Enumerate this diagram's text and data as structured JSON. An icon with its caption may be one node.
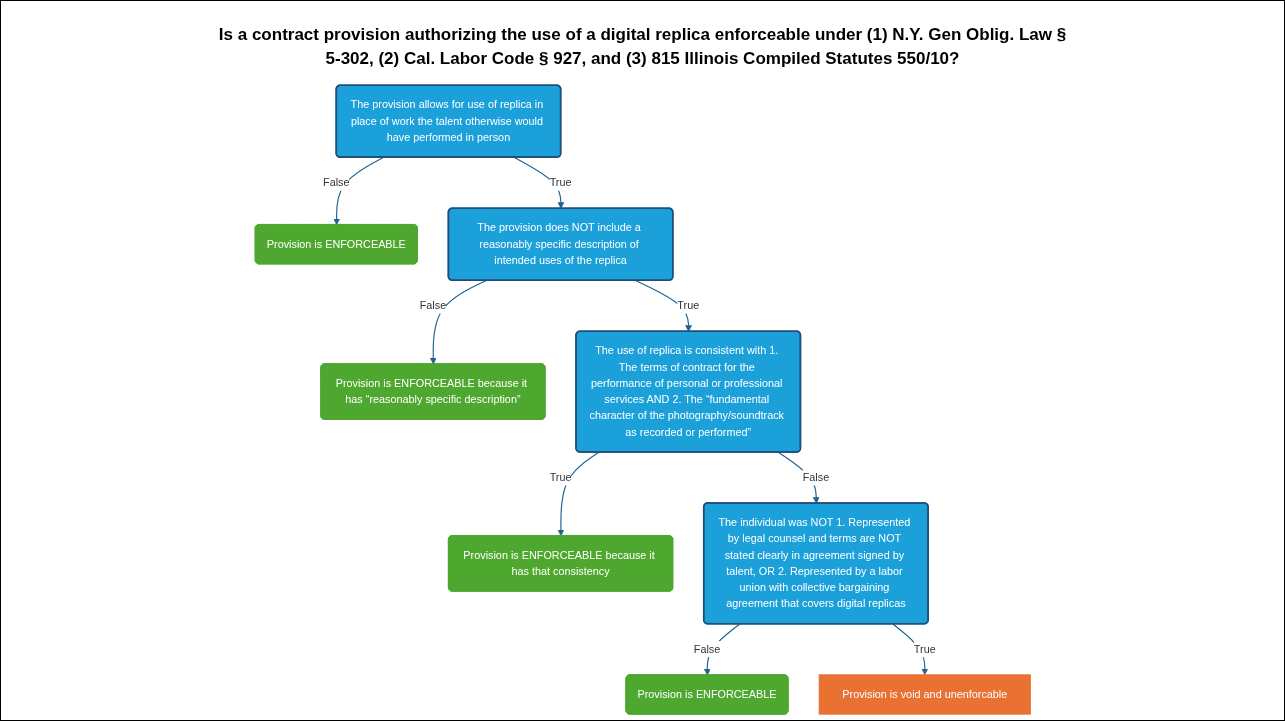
{
  "diagram": {
    "title": "Is a contract provision authorizing the use of a digital replica enforceable under (1) N.Y. Gen Oblig. Law § 5-302, (2) Cal. Labor Code § 927, and (3) 815 Illinois Compiled Statutes 550/10?",
    "nodes": [
      {
        "text": [
          "The provision allows for use of replica in place of work the talent otherwise would have performed in person"
        ]
      },
      {
        "text": [
          "Provision is ENFORCEABLE"
        ]
      },
      {
        "text": [
          "The provision does NOT include a reasonably specific description of intended uses of the replica"
        ]
      },
      {
        "text": [
          "Provision is ENFORCEABLE because it has “reasonably specific description”"
        ]
      },
      {
        "text": [
          "The use of replica is consistent with 1. The terms of contract for the performance of personal or professional services AND 2. The “fundamental character of the photography/soundtrack as recorded or performed”"
        ]
      },
      {
        "text": [
          "Provision is ENFORCEABLE because it has that consistency"
        ]
      },
      {
        "text": [
          "The individual was NOT 1. Represented by legal counsel and terms are NOT stated clearly in agreement signed by talent, OR 2. Represented by a labor union with collective bargaining agreement that covers digital replicas"
        ]
      },
      {
        "text": [
          "Provision is ENFORCEABLE"
        ]
      },
      {
        "text": [
          "Provision is void and unenforcable"
        ]
      }
    ],
    "edges": [
      {
        "from": 0,
        "to": 1,
        "arrow": "to",
        "label": "False"
      },
      {
        "from": 0,
        "to": 2,
        "arrow": "to",
        "label": "True"
      },
      {
        "from": 2,
        "to": 3,
        "arrow": "to",
        "label": "False"
      },
      {
        "from": 2,
        "to": 4,
        "arrow": "to",
        "label": "True"
      },
      {
        "from": 4,
        "to": 5,
        "arrow": "to",
        "label": "True"
      },
      {
        "from": 4,
        "to": 6,
        "arrow": "to",
        "label": "False"
      },
      {
        "from": 6,
        "to": 7,
        "arrow": "to",
        "label": "False"
      },
      {
        "from": 6,
        "to": 8,
        "arrow": "to",
        "label": "True"
      }
    ]
  }
}
